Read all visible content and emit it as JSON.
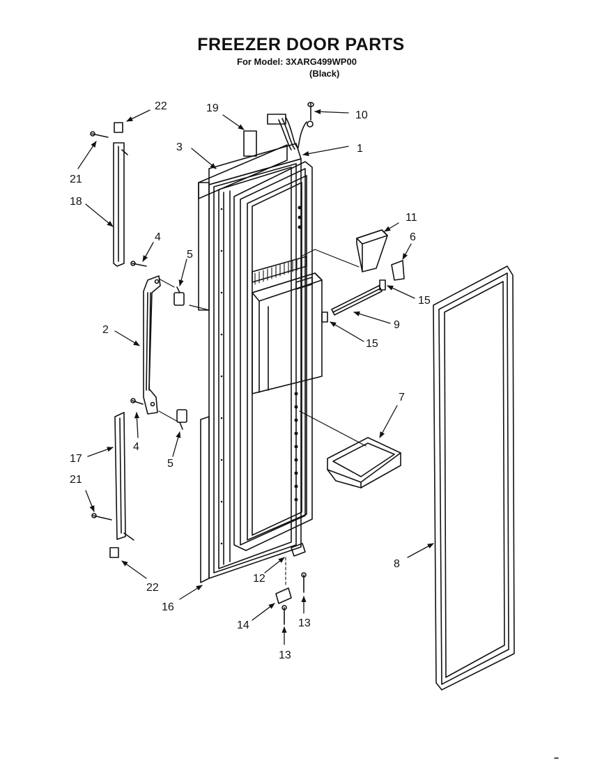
{
  "header": {
    "title": "FREEZER DOOR PARTS",
    "model_line": "For Model: 3XARG499WP00",
    "color_line": "(Black)"
  },
  "callouts": {
    "c1": "1",
    "c2": "2",
    "c3": "3",
    "c4a": "4",
    "c4b": "4",
    "c5a": "5",
    "c5b": "5",
    "c6": "6",
    "c7": "7",
    "c8": "8",
    "c9": "9",
    "c10": "10",
    "c11": "11",
    "c12": "12",
    "c13a": "13",
    "c13b": "13",
    "c14": "14",
    "c15a": "15",
    "c15b": "15",
    "c16": "16",
    "c17": "17",
    "c18": "18",
    "c19": "19",
    "c21a": "21",
    "c21b": "21",
    "c22a": "22",
    "c22b": "22"
  }
}
